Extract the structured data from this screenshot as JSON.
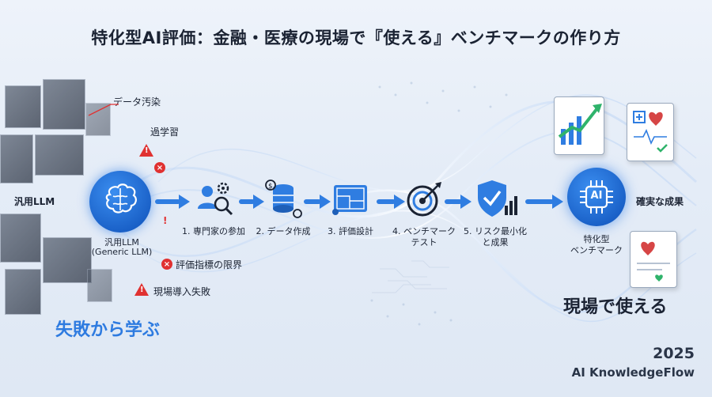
{
  "title": "特化型AI評価：金融・医療の現場で『使える』ベンチマークの作り方",
  "left": {
    "general_llm": "汎用LLM",
    "data_contamination": "データ汚染",
    "overfitting": "過学習",
    "node_label_1": "汎用LLM",
    "node_label_2": "(Generic LLM)",
    "metric_limit": "評価指標の限界",
    "deploy_fail": "現場導入失敗",
    "learn": "失敗から学ぶ"
  },
  "steps": [
    {
      "label": "1. 専門家の参加",
      "icon": "expert-gear-icon"
    },
    {
      "label": "2. データ作成",
      "icon": "database-icon"
    },
    {
      "label": "3. 評価設計",
      "icon": "blueprint-icon"
    },
    {
      "label": "4. ベンチマーク\nテスト",
      "icon": "target-icon"
    },
    {
      "label": "5. リスク最小化\nと成果",
      "icon": "shield-chart-icon"
    }
  ],
  "right": {
    "ai_badge": "AI",
    "node_label_1": "特化型",
    "node_label_2": "ベンチマーク",
    "result": "確実な成果",
    "genba": "現場で使える"
  },
  "footer": {
    "year": "2025",
    "brand": "AI KnowledgeFlow"
  },
  "colors": {
    "accent": "#2f7de1",
    "warning": "#e03131",
    "success": "#2fb36b"
  }
}
